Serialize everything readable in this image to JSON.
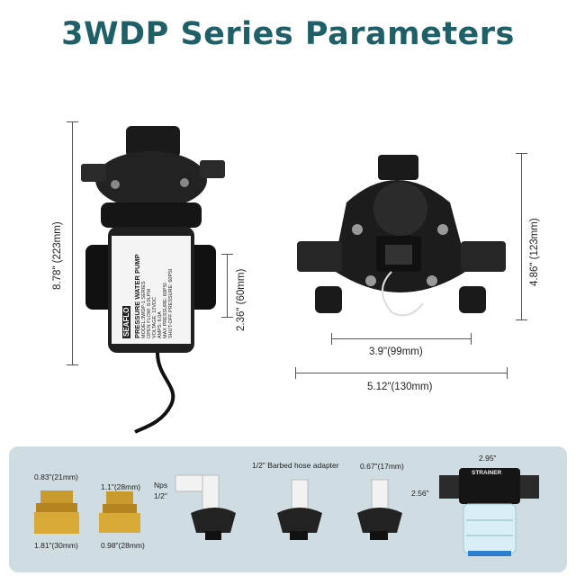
{
  "title": "3WDP Series Parameters",
  "pump_side": {
    "height_label": "8.78\" (223mm)",
    "mount_label": "2.36\" (60mm)",
    "label_brand": "SEAFLO",
    "label_heading": "PRESSURE WATER PUMP",
    "label_lines": [
      "MODEL:3WDP-1 SERIES",
      "OPEN FLOW: 8.0LPM",
      "VOLTAGE: 12VDC",
      "AMPS: 6.0A",
      "MAX PRESSURE: 60PSI",
      "SHUT-OFF PRESSURE: 60PSI"
    ]
  },
  "pump_front": {
    "height_label": "4.86\" (123mm)",
    "inner_width_label": "3.9\"(99mm)",
    "outer_width_label": "5.12\"(130mm)"
  },
  "accessories": {
    "brass_large_top": "0.83\"(21mm)",
    "brass_large_bottom": "1.81\"(30mm)",
    "brass_small_top": "1.1\"(28mm)",
    "brass_small_bottom": "0.98\"(28mm)",
    "nps_label": "Nps\n1/2\"",
    "barbed_label": "1/2\" Barbed hose adapter",
    "barbed_size": "0.67\"(17mm)",
    "strainer_width": "2.95\"",
    "strainer_height": "2.56\"",
    "strainer_text": "STRAINER"
  },
  "colors": {
    "title": "#1f5f68",
    "panel": "#cfdde3",
    "brass": "#c99a2e",
    "pump_body": "#1a1a1a"
  }
}
